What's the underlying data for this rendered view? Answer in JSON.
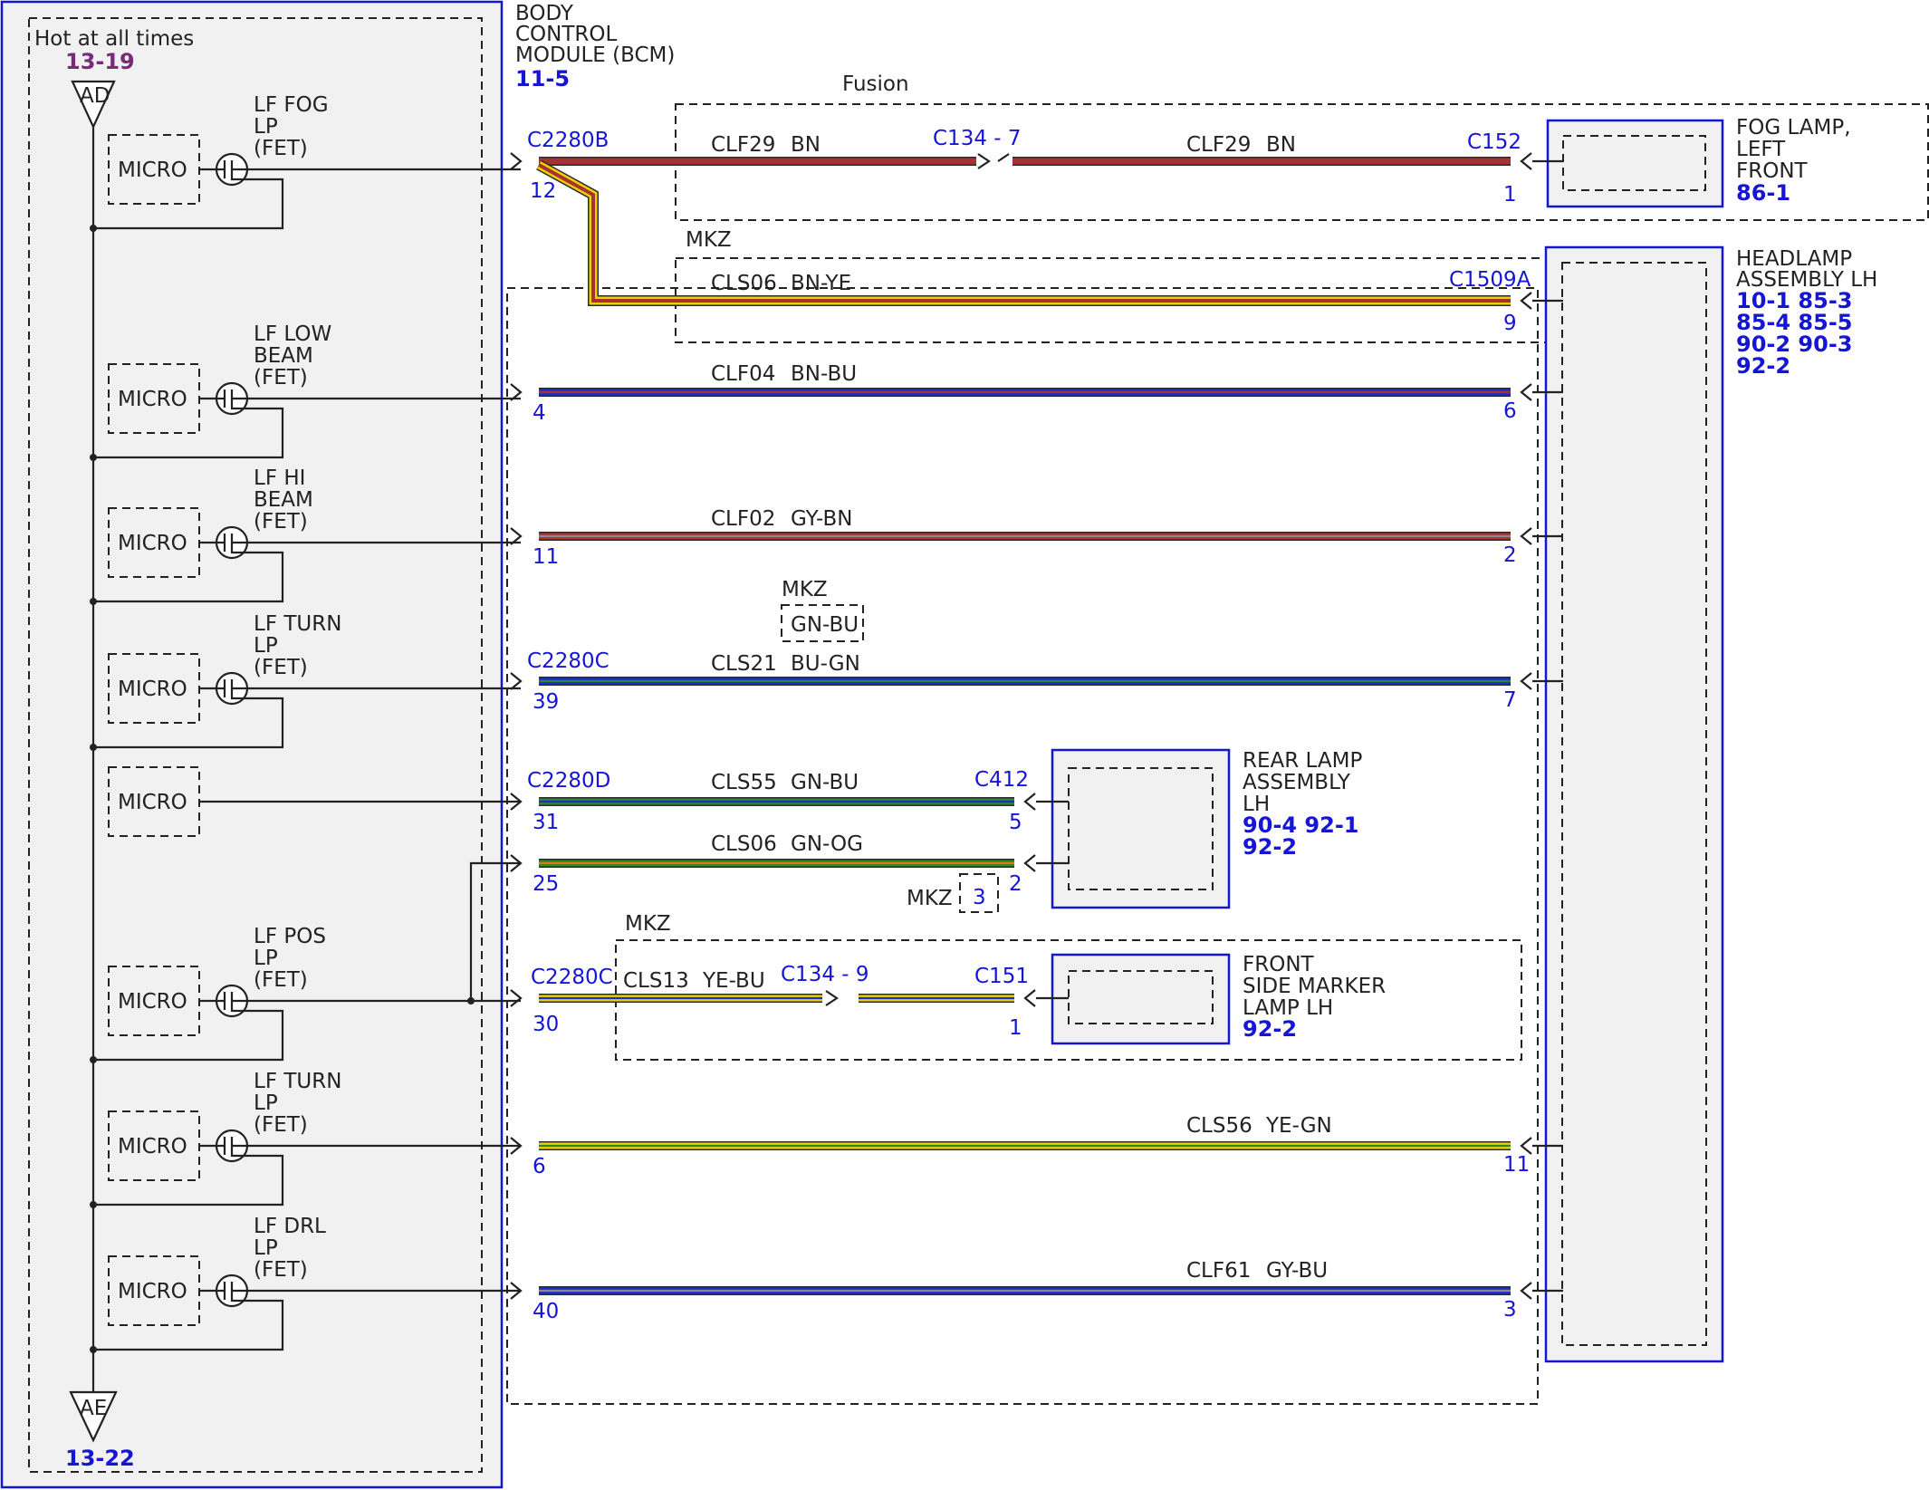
{
  "left_panel": {
    "hot_label": "Hot at all times",
    "top_ref": "13-19",
    "top_node": "AD",
    "bottom_node": "AE",
    "bottom_ref": "13-22",
    "micro_label": "MICRO"
  },
  "bcm": {
    "title_line1": "BODY",
    "title_line2": "CONTROL",
    "title_line3": "MODULE (BCM)",
    "ref": "11-5"
  },
  "outputs": [
    {
      "lines": [
        "LF FOG",
        "LP",
        "(FET)"
      ]
    },
    {
      "lines": [
        "LF LOW",
        "BEAM",
        "(FET)"
      ]
    },
    {
      "lines": [
        "LF HI",
        "BEAM",
        "(FET)"
      ]
    },
    {
      "lines": [
        "LF TURN",
        "LP",
        "(FET)"
      ]
    },
    {
      "lines": [
        "",
        "",
        ""
      ]
    },
    {
      "lines": [
        "LF POS",
        "LP",
        "(FET)"
      ]
    },
    {
      "lines": [
        "LF TURN",
        "LP",
        "(FET)"
      ]
    },
    {
      "lines": [
        "LF DRL",
        "LP",
        "(FET)"
      ]
    }
  ],
  "variants": {
    "fusion": "Fusion",
    "mkz": "MKZ"
  },
  "connectors": {
    "c2280b": "C2280B",
    "c2280c": "C2280C",
    "c2280d": "C2280D",
    "c134_7": "C134 - 7",
    "c134_9": "C134 - 9",
    "c152": "C152",
    "c1509a": "C1509A",
    "c412": "C412",
    "c151": "C151"
  },
  "circuits": [
    {
      "circuit": "CLF29",
      "color": "BN",
      "pin_from": "12",
      "pin_to": "1"
    },
    {
      "circuit": "CLS06",
      "color": "BN-YE",
      "pin_from": "",
      "pin_to": "9"
    },
    {
      "circuit": "CLF04",
      "color": "BN-BU",
      "pin_from": "4",
      "pin_to": "6"
    },
    {
      "circuit": "CLF02",
      "color": "GY-BN",
      "pin_from": "11",
      "pin_to": "2"
    },
    {
      "circuit": "CLS21",
      "color": "BU-GN",
      "pin_from": "39",
      "pin_to": "7",
      "alt_variant": "MKZ",
      "alt_color": "GN-BU"
    },
    {
      "circuit": "CLS55",
      "color": "GN-BU",
      "pin_from": "31",
      "pin_to": "5"
    },
    {
      "circuit": "CLS06",
      "color": "GN-OG",
      "pin_from": "25",
      "pin_to": "2",
      "alt_variant": "MKZ",
      "alt_pin": "3"
    },
    {
      "circuit": "CLS13",
      "color": "YE-BU",
      "pin_from": "30",
      "pin_to": "1"
    },
    {
      "circuit": "CLS56",
      "color": "YE-GN",
      "pin_from": "6",
      "pin_to": "11"
    },
    {
      "circuit": "CLF61",
      "color": "GY-BU",
      "pin_from": "40",
      "pin_to": "3"
    }
  ],
  "components": {
    "fog_lamp": {
      "lines": [
        "FOG LAMP,",
        "LEFT",
        "FRONT"
      ],
      "refs": [
        "86-1"
      ]
    },
    "headlamp": {
      "lines": [
        "HEADLAMP",
        "ASSEMBLY LH"
      ],
      "refs": [
        "10-1   85-3",
        "85-4   85-5",
        "90-2   90-3",
        "92-2"
      ]
    },
    "rear_lamp": {
      "lines": [
        "REAR LAMP",
        "ASSEMBLY",
        "LH"
      ],
      "refs": [
        "90-4   92-1",
        "92-2"
      ]
    },
    "side_marker": {
      "lines": [
        "FRONT",
        "SIDE MARKER",
        "LAMP LH"
      ],
      "refs": [
        "92-2"
      ]
    }
  },
  "wire_colors": {
    "BN": "#a83232",
    "YE": "#f0d000",
    "BU": "#1a2fd0",
    "GY": "#8a8a8a",
    "GN": "#2a8a2a",
    "OG": "#e07a10",
    "outline": "#2a2a2a"
  }
}
